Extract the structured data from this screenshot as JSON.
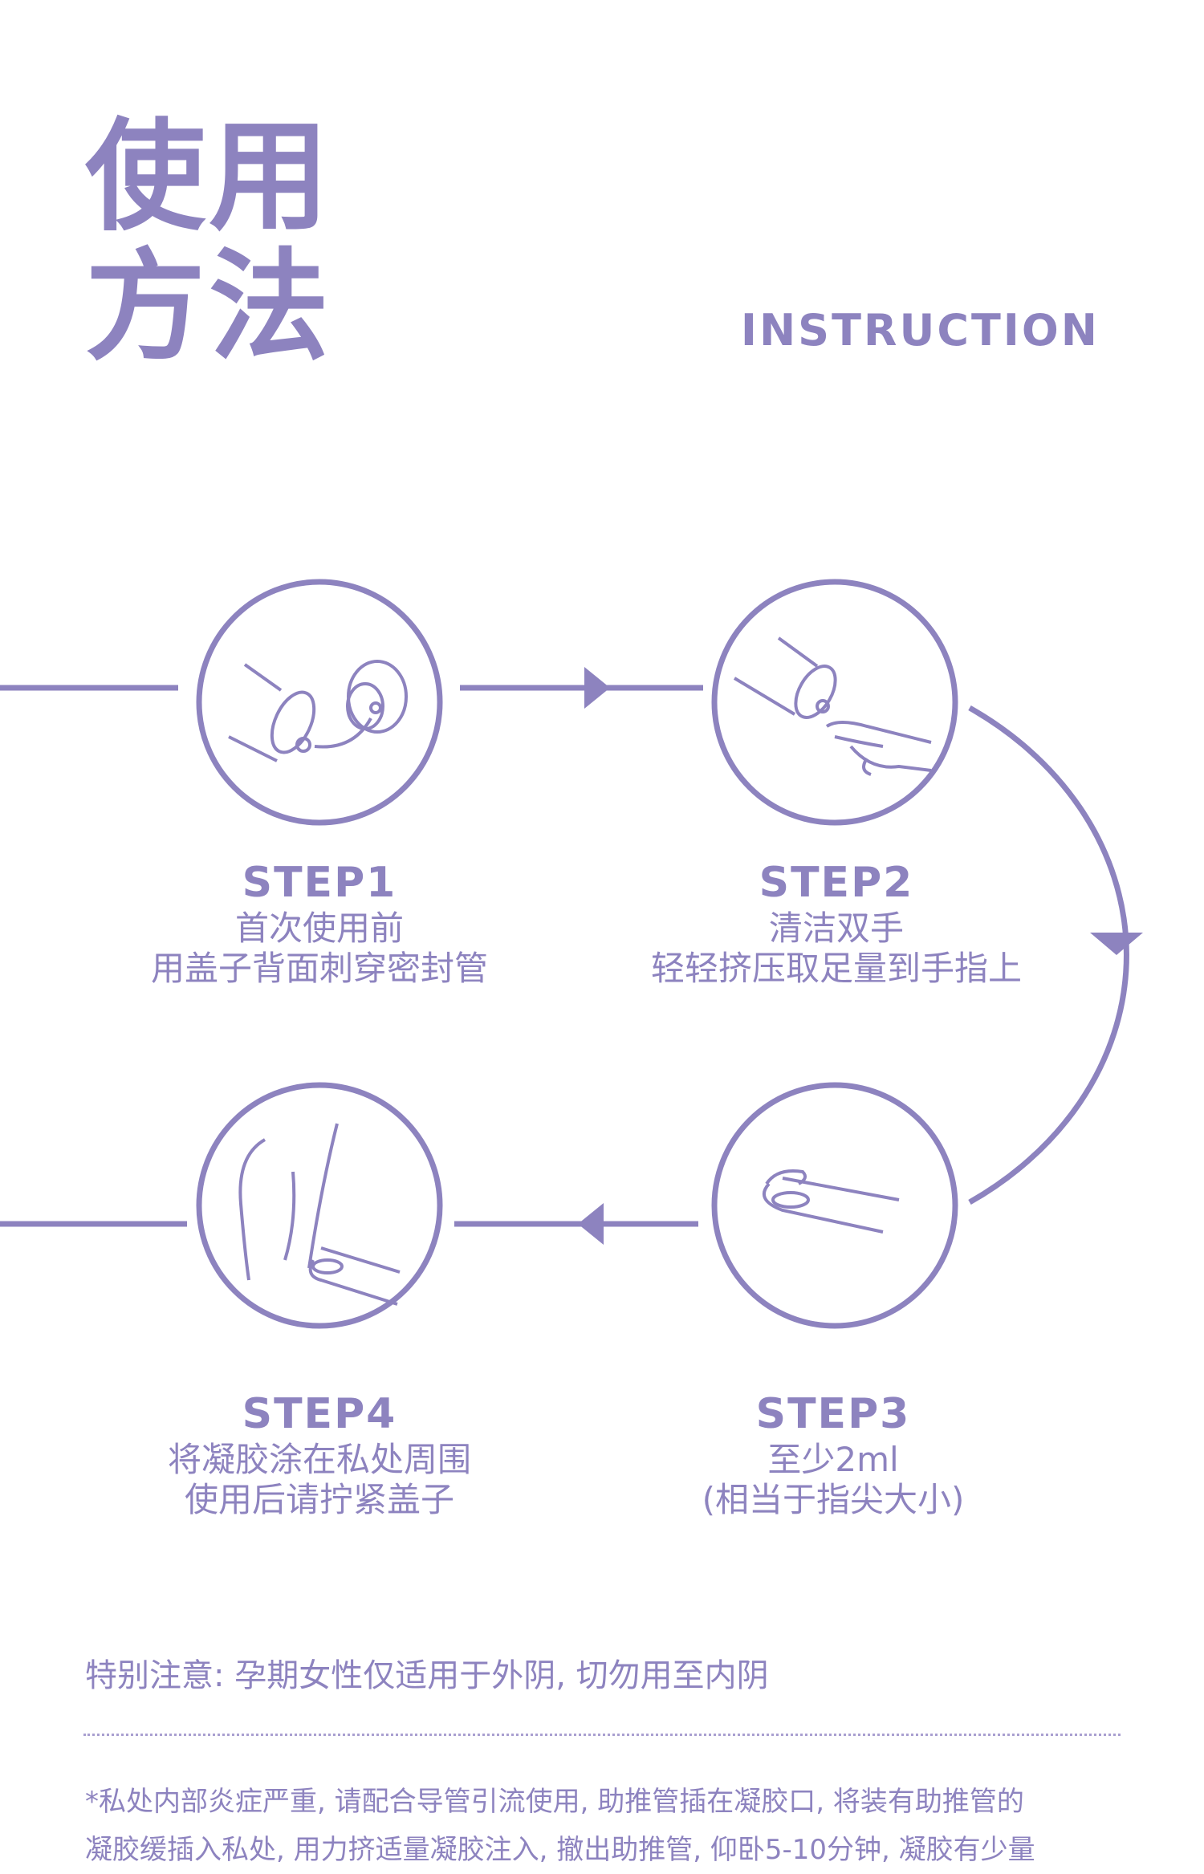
{
  "header": {
    "title_line1": "使用",
    "title_line2": "方法",
    "subtitle": "INSTRUCTION"
  },
  "steps": [
    {
      "label": "STEP1",
      "line1": "首次使用前",
      "line2": "用盖子背面刺穿密封管",
      "icon": "tube-cap-puncture-icon"
    },
    {
      "label": "STEP2",
      "line1": "清洁双手",
      "line2": "轻轻挤压取足量到手指上",
      "icon": "squeeze-onto-finger-icon"
    },
    {
      "label": "STEP3",
      "line1": "至少2ml",
      "line2": "(相当于指尖大小)",
      "icon": "fingertip-amount-icon"
    },
    {
      "label": "STEP4",
      "line1": "将凝胶涂在私处周围",
      "line2": "使用后请拧紧盖子",
      "icon": "apply-gel-icon"
    }
  ],
  "notice": "特别注意: 孕期女性仅适用于外阴, 切勿用至内阴",
  "fine_print": {
    "line1": "*私处内部炎症严重, 请配合导管引流使用, 助推管插在凝胶口, 将装有助推管的",
    "line2": "凝胶缓插入私处, 用力挤适量凝胶注入, 撤出助推管, 仰卧5-10分钟, 凝胶有少量"
  },
  "colors": {
    "accent": "#8d83bf",
    "background": "#ffffff"
  }
}
